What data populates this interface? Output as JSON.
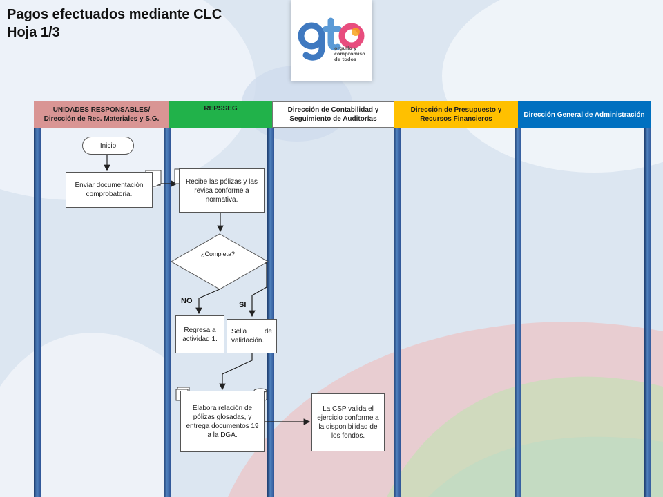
{
  "slide": {
    "title_line1": "Pagos efectuados  mediante CLC",
    "title_line2": "Hoja 1/3"
  },
  "logo": {
    "word": "gto",
    "tagline_1": "orgullo y",
    "tagline_2": "compromiso",
    "tagline_3": "de todos",
    "colors": {
      "g": "#3f79c0",
      "t": "#5b9ad6",
      "o": "#e84d7e"
    }
  },
  "lanes": [
    {
      "label": "UNIDADES RESPONSABLES/ Dirección de Rec. Materiales y S.G.",
      "color": "#d99594",
      "text_color": "#1f1f1f"
    },
    {
      "label": "REPSSEG",
      "color": "#21b24a",
      "text_color": "#1f1f1f"
    },
    {
      "label": "Dirección de Contabilidad y Seguimiento de Auditorías",
      "color": "#ffffff",
      "text_color": "#1f1f1f"
    },
    {
      "label": "Dirección de Presupuesto y Recursos Financieros",
      "color": "#ffc000",
      "text_color": "#1f1f1f"
    },
    {
      "label": "Dirección General de Administración",
      "color": "#0070c0",
      "text_color": "#ffffff"
    }
  ],
  "nodes": {
    "start": "Inicio",
    "send_docs": "Enviar documentación comprobatoria.",
    "receive_policies": "Recibe las pólizas y las revisa conforme a normativa.",
    "decision": "¿Completa?",
    "return_activity": "Regresa a actividad 1.",
    "stamp_validation": "Sella de validación.",
    "prepare_relation": "Elabora relación de pólizas glosadas,  y entrega documentos 19 a la DGA.",
    "csp_validates": "La CSP valida el ejercicio conforme a la disponibilidad de los fondos."
  },
  "branch_labels": {
    "no": "NO",
    "yes": "SI"
  }
}
